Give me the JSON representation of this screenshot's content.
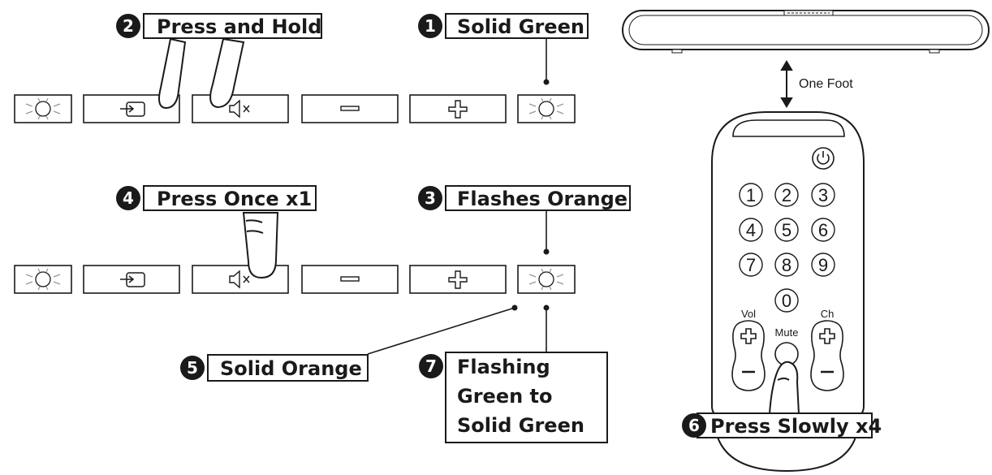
{
  "steps": {
    "s1": {
      "num": "1",
      "label": "Solid Green"
    },
    "s2": {
      "num": "2",
      "label": "Press and Hold"
    },
    "s3": {
      "num": "3",
      "label": "Flashes Orange"
    },
    "s4": {
      "num": "4",
      "label": "Press Once x1"
    },
    "s5": {
      "num": "5",
      "label": "Solid Orange"
    },
    "s6": {
      "num": "6",
      "label": "Press Slowly x4"
    },
    "s7": {
      "num": "7",
      "lines": [
        "Flashing",
        "Green to",
        "Solid Green"
      ]
    }
  },
  "distance_label": "One Foot",
  "remote": {
    "keys": [
      "1",
      "2",
      "3",
      "4",
      "5",
      "6",
      "7",
      "8",
      "9",
      "0"
    ],
    "vol_label": "Vol",
    "ch_label": "Ch",
    "mute_label": "Mute"
  },
  "icons": {
    "led": "led-light-icon",
    "input": "input-source-icon",
    "mute": "mute-icon",
    "minus": "minus-icon",
    "plus": "plus-icon",
    "power": "power-icon",
    "finger": "finger-press-icon"
  }
}
